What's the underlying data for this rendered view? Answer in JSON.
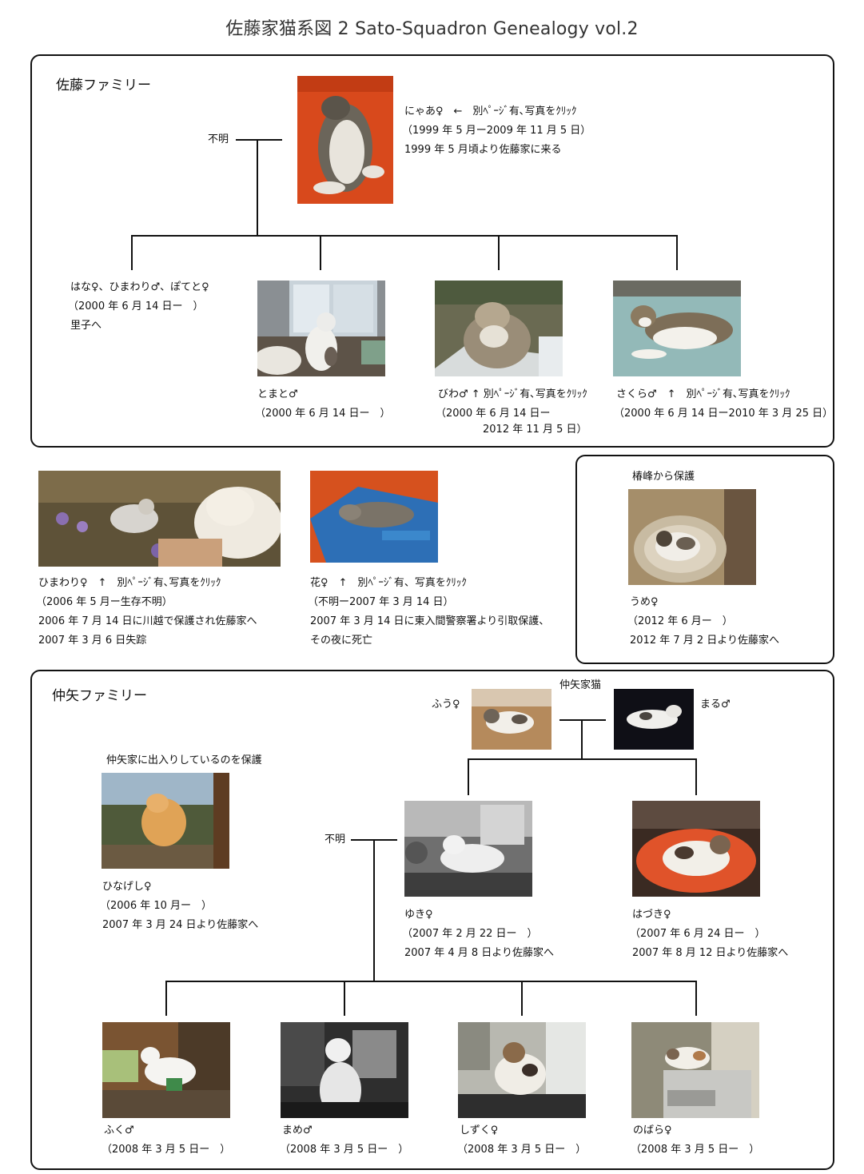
{
  "title": "佐藤家猫系図 2  Sato-Squadron Genealogy vol.2",
  "sato": {
    "family_label": "佐藤ファミリー",
    "unknown_label": "不明",
    "nyaa": {
      "l1": "にゃあ♀　←　別ﾍﾟｰｼﾞ有､写真をｸﾘｯｸ",
      "l2": "（1999 年 5 月ー2009 年 11 月 5 日）",
      "l3": "1999 年 5 月頃より佐藤家に来る"
    },
    "hana": {
      "l1": "はな♀、ひまわり♂、ぽてと♀",
      "l2": "（2000 年 6 月 14 日ー　）",
      "l3": "里子へ"
    },
    "tomato": {
      "l1": "とまと♂",
      "l2": "（2000 年 6 月 14 日ー　）"
    },
    "biwa": {
      "l1": "びわ♂ ↑ 別ﾍﾟｰｼﾞ有､写真をｸﾘｯｸ",
      "l2": "（2000 年 6 月 14 日ー",
      "l3": "2012 年 11 月 5 日）"
    },
    "sakura": {
      "l1": "さくら♂　↑　別ﾍﾟｰｼﾞ有､写真をｸﾘｯｸ",
      "l2": "（2000 年 6 月 14 日ー2010 年 3 月 25 日）"
    }
  },
  "middle": {
    "himawari": {
      "l1": "ひまわり♀　↑　別ﾍﾟｰｼﾞ有､写真をｸﾘｯｸ",
      "l2": "（2006 年 5 月ー生存不明）",
      "l3": "2006 年 7 月 14 日に川越で保護され佐藤家へ",
      "l4": "2007 年 3 月 6 日失踪"
    },
    "hana2": {
      "l1": "花♀　↑　別ﾍﾟｰｼﾞ有、写真をｸﾘｯｸ",
      "l2": "（不明ー2007 年 3 月 14 日）",
      "l3": "2007 年 3 月 14 日に東入間警察署より引取保護、",
      "l4": "その夜に死亡"
    },
    "ume": {
      "caption": "椿峰から保護",
      "l1": "うめ♀",
      "l2": "（2012 年 6 月ー　）",
      "l3": "2012 年 7 月 2 日より佐藤家へ"
    }
  },
  "nakaya": {
    "family_label": "仲矢ファミリー",
    "house_cat_label": "仲矢家猫",
    "fuu": "ふう♀",
    "maru": "まる♂",
    "unknown_label": "不明",
    "hinageshi": {
      "caption": "仲矢家に出入りしているのを保護",
      "l1": "ひなげし♀",
      "l2": "（2006 年 10 月ー　）",
      "l3": "2007 年 3 月 24 日より佐藤家へ"
    },
    "yuki": {
      "l1": "ゆき♀",
      "l2": "（2007 年 2 月 22 日ー　）",
      "l3": "2007 年 4 月 8 日より佐藤家へ"
    },
    "hazuki": {
      "l1": "はづき♀",
      "l2": "（2007 年 6 月 24 日ー　）",
      "l3": "2007 年 8 月 12 日より佐藤家へ"
    },
    "kittens": [
      {
        "name": "ふく♂",
        "date": "（2008 年 3 月 5 日ー　）"
      },
      {
        "name": "まめ♂",
        "date": "（2008 年 3 月 5 日ー　）"
      },
      {
        "name": "しずく♀",
        "date": "（2008 年 3 月 5 日ー　）"
      },
      {
        "name": "のばら♀",
        "date": "（2008 年 3 月 5 日ー　）"
      }
    ]
  }
}
